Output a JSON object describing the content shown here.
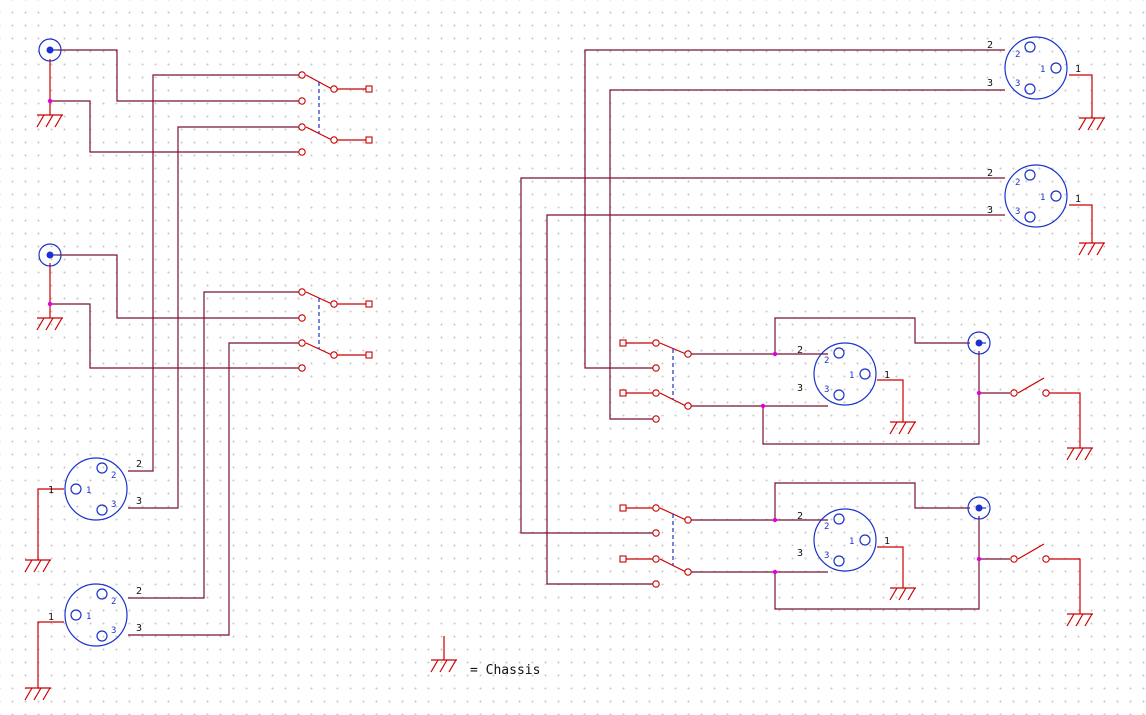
{
  "legend": {
    "symbol": "ground-icon",
    "text": "= Chassis"
  },
  "pins": {
    "one": "1",
    "two": "2",
    "three": "3"
  },
  "colors": {
    "wire": "#7a1030",
    "lead": "#cc0000",
    "body": "#1a33cc",
    "junction": "#e000e0"
  }
}
